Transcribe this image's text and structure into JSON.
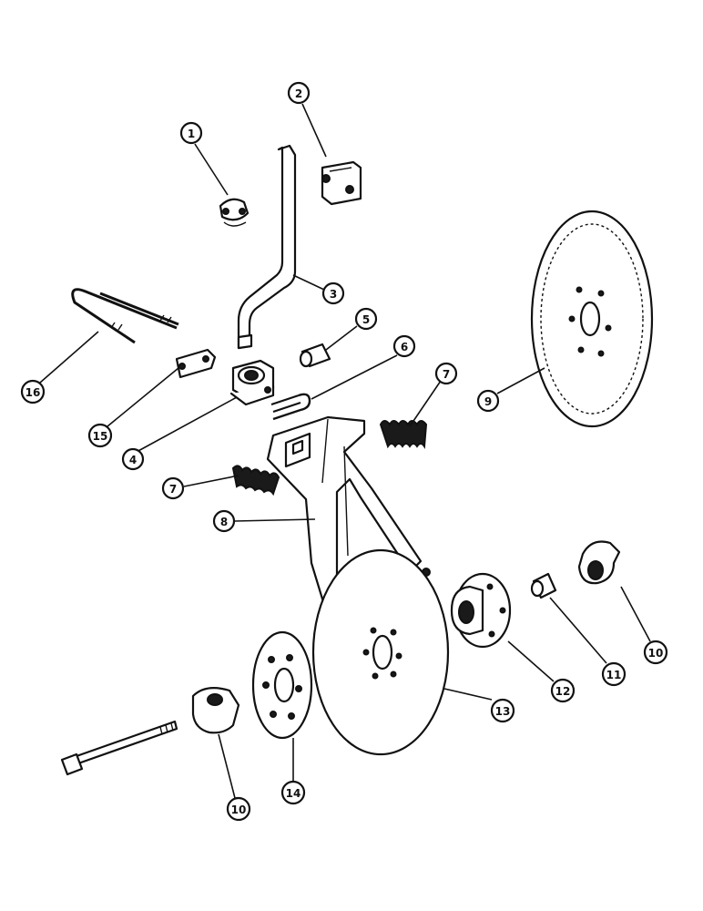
{
  "callouts": [
    {
      "id": "c1",
      "label": "1"
    },
    {
      "id": "c2",
      "label": "2"
    },
    {
      "id": "c3",
      "label": "3"
    },
    {
      "id": "c4",
      "label": "4"
    },
    {
      "id": "c5",
      "label": "5"
    },
    {
      "id": "c6",
      "label": "6"
    },
    {
      "id": "c7a",
      "label": "7"
    },
    {
      "id": "c7b",
      "label": "7"
    },
    {
      "id": "c8",
      "label": "8"
    },
    {
      "id": "c9",
      "label": "9"
    },
    {
      "id": "c10a",
      "label": "10"
    },
    {
      "id": "c10b",
      "label": "10"
    },
    {
      "id": "c11",
      "label": "11"
    },
    {
      "id": "c12",
      "label": "12"
    },
    {
      "id": "c13",
      "label": "13"
    },
    {
      "id": "c14",
      "label": "14"
    },
    {
      "id": "c15",
      "label": "15"
    },
    {
      "id": "c16",
      "label": "16"
    }
  ]
}
